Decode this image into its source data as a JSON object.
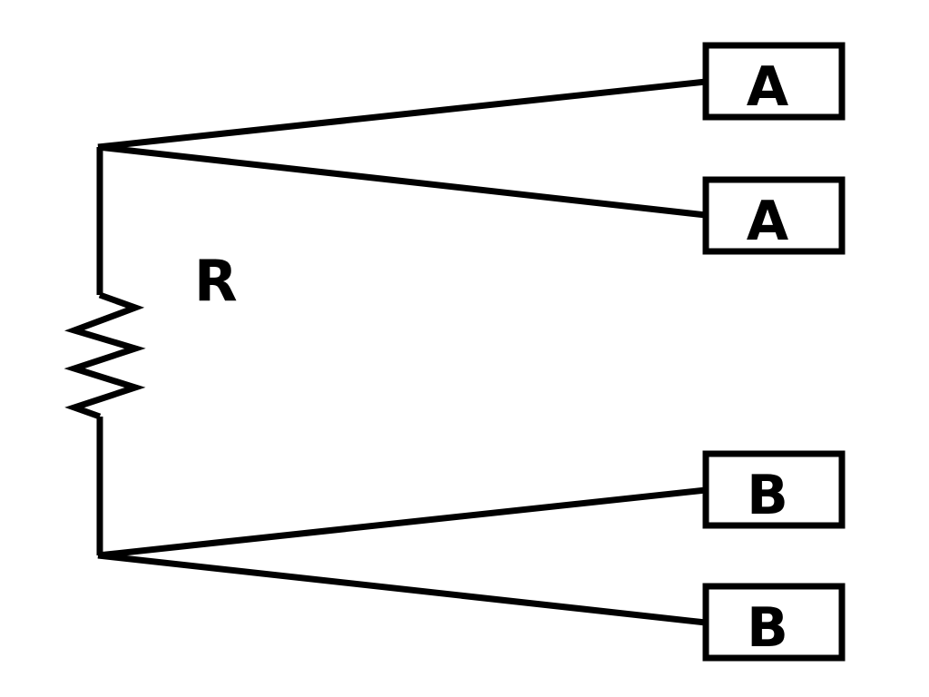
{
  "diagram": {
    "type": "circuit",
    "resistor": {
      "label": "R"
    },
    "terminals": [
      {
        "id": "a1",
        "label": "A",
        "node": "top"
      },
      {
        "id": "a2",
        "label": "A",
        "node": "top"
      },
      {
        "id": "b1",
        "label": "B",
        "node": "bottom"
      },
      {
        "id": "b2",
        "label": "B",
        "node": "bottom"
      }
    ]
  },
  "colors": {
    "stroke": "#000000",
    "background": "#ffffff"
  }
}
